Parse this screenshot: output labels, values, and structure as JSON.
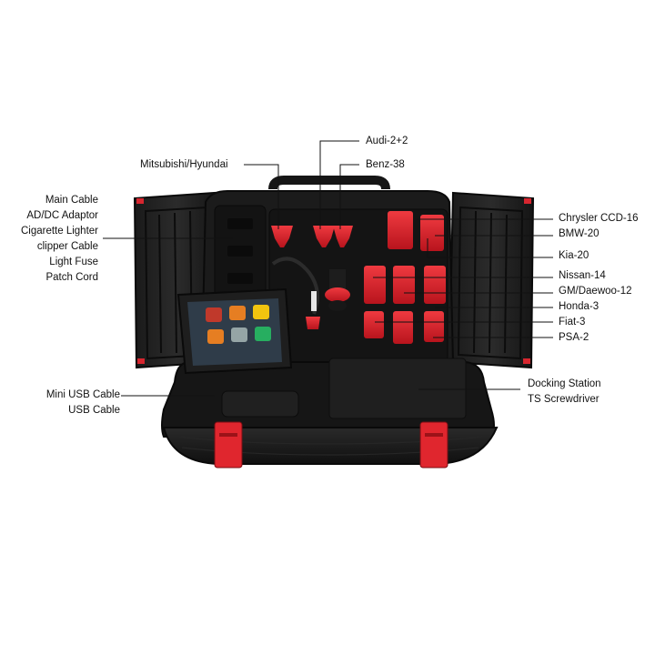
{
  "labels": {
    "left_cables": [
      "Main Cable",
      "AD/DC Adaptor",
      "Cigarette Lighter",
      "clipper Cable",
      "Light Fuse",
      "Patch Cord"
    ],
    "usb_cables": [
      "Mini USB Cable",
      "USB Cable"
    ],
    "top_mitsubishi": "Mitsubishi/Hyundai",
    "top_audi": "Audi-2+2",
    "top_benz": "Benz-38",
    "right_adapters": [
      "Chrysler CCD-16",
      "BMW-20",
      "Kia-20",
      "Nissan-14",
      "GM/Daewoo-12",
      "Honda-3",
      "Fiat-3",
      "PSA-2"
    ],
    "docking": [
      "Docking Station",
      "TS Screwdriver"
    ]
  },
  "colors": {
    "case": "#1c1c1c",
    "case_dark": "#0e0e0e",
    "connector_red": "#d7262f",
    "clasp_red": "#e0262e",
    "leader_line": "#111111"
  },
  "icons": [
    "car-icon",
    "scan-icon",
    "settings-icon",
    "battery-icon"
  ]
}
